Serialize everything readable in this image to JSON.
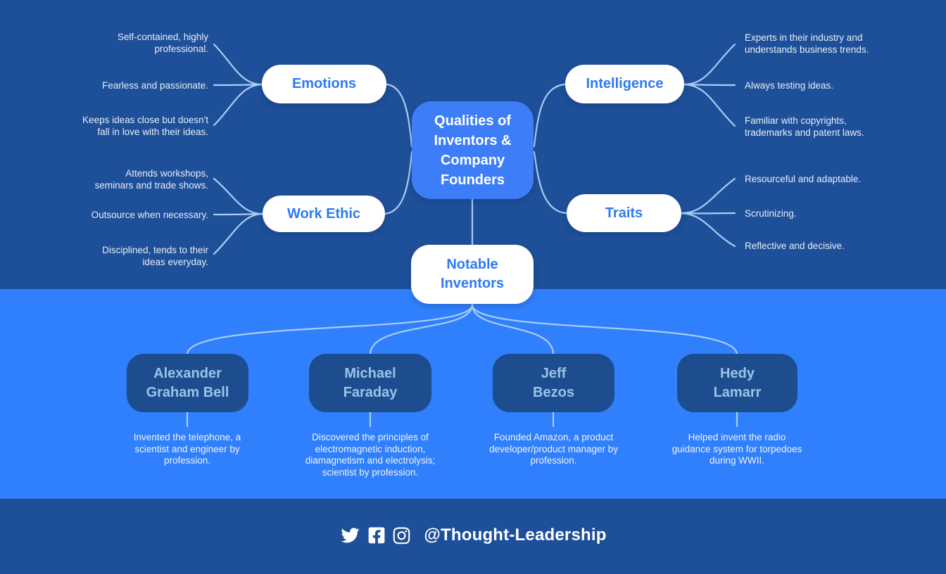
{
  "colors": {
    "background_dark": "#1e4f99",
    "band_light_blue": "#307ffd",
    "center_node_fill": "#3d7ef8",
    "node_fill_white": "#ffffff",
    "node_label_blue": "#2e7bf1",
    "inventor_box_fill": "#1d4d8f",
    "inventor_name_text": "#9dc2e9",
    "leaf_text": "#e8eef7",
    "connector_line": "#aacdf1"
  },
  "center_node": {
    "title": "Qualities of Inventors & Company Founders"
  },
  "notable_node": {
    "label": "Notable Inventors"
  },
  "branches": [
    {
      "label": "Emotions",
      "leaves": [
        "Self-contained, highly professional.",
        "Fearless and passionate.",
        "Keeps ideas close but doesn't fall in love with their ideas."
      ]
    },
    {
      "label": "Work Ethic",
      "leaves": [
        "Attends workshops, seminars and trade shows.",
        "Outsource when necessary.",
        "Disciplined, tends to their ideas everyday."
      ]
    },
    {
      "label": "Intelligence",
      "leaves": [
        "Experts in their industry and understands business trends.",
        "Always testing ideas.",
        "Familiar with copyrights, trademarks and patent laws."
      ]
    },
    {
      "label": "Traits",
      "leaves": [
        "Resourceful and adaptable.",
        "Scrutinizing.",
        "Reflective and decisive."
      ]
    }
  ],
  "inventors": [
    {
      "name_line1": "Alexander",
      "name_line2": "Graham Bell",
      "description": "Invented the telephone, a scientist and engineer by profession."
    },
    {
      "name_line1": "Michael",
      "name_line2": "Faraday",
      "description": "Discovered the principles of electromagnetic induction, diamagnetism and electrolysis; scientist by profession."
    },
    {
      "name_line1": "Jeff",
      "name_line2": "Bezos",
      "description": "Founded Amazon, a product developer/product manager by profession."
    },
    {
      "name_line1": "Hedy",
      "name_line2": "Lamarr",
      "description": "Helped invent the radio guidance system for torpedoes during WWII."
    }
  ],
  "footer": {
    "handle": "@Thought-Leadership",
    "icons": [
      "twitter-icon",
      "facebook-icon",
      "instagram-icon"
    ]
  }
}
